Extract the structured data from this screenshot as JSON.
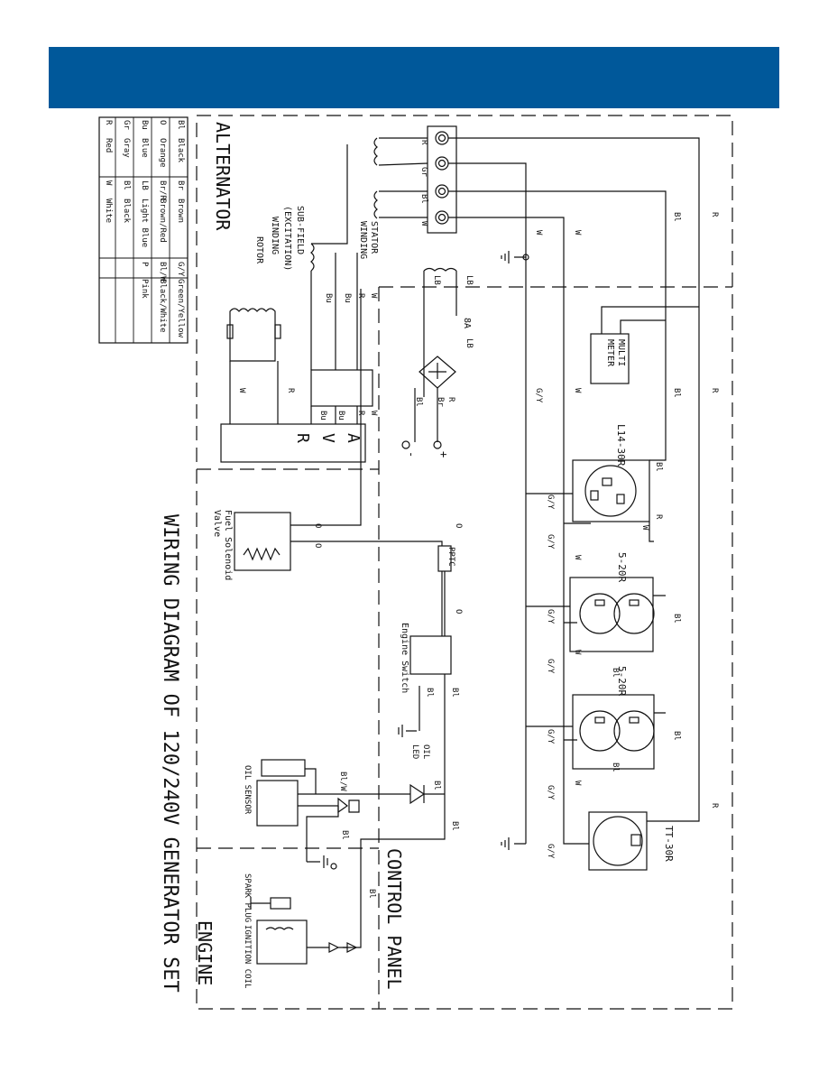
{
  "colors": {
    "header": "#00589a",
    "line": "#111111"
  },
  "title": "WIRING DIAGRAM OF 120/240V GENERATOR SET",
  "sections": {
    "alternator": "ALTERNATOR",
    "control_panel": "CONTROL PANEL",
    "engine": "ENGINE"
  },
  "legend": [
    [
      {
        "code": "Bl",
        "name": "Black"
      },
      {
        "code": "Br",
        "name": "Brown"
      },
      {
        "code": "G/Y",
        "name": "Green/Yellow"
      }
    ],
    [
      {
        "code": "O",
        "name": "Orange"
      },
      {
        "code": "Br/R",
        "name": "Brown/Red"
      },
      {
        "code": "Bl/W",
        "name": "Black/White"
      }
    ],
    [
      {
        "code": "Bu",
        "name": "Blue"
      },
      {
        "code": "LB",
        "name": "Light Blue"
      },
      {
        "code": "P",
        "name": "Pink"
      }
    ],
    [
      {
        "code": "Gr",
        "name": "Gray"
      },
      {
        "code": "Bl",
        "name": "Black"
      },
      {
        "code": "",
        "name": ""
      }
    ],
    [
      {
        "code": "R",
        "name": "Red"
      },
      {
        "code": "W",
        "name": "White"
      },
      {
        "code": "",
        "name": ""
      }
    ]
  ],
  "labels": {
    "stator_winding": [
      "STATOR",
      "WINDING"
    ],
    "sub_field": [
      "SUB-FIELD",
      "(EXCITATION)",
      "WINDING"
    ],
    "rotor": "ROTOR",
    "avr": [
      "A",
      "V",
      "R"
    ],
    "multimeter": [
      "MULTI",
      "METER"
    ],
    "fuel_solenoid": [
      "Fuel Solenoid",
      "Valve"
    ],
    "engine_switch": "Engine Switch",
    "pptc": "PPTC",
    "oil_led": [
      "OIL",
      "LED"
    ],
    "oil_sensor": "OIL SENSOR",
    "spark_plug": "SPARK PLUG",
    "ignition_coil": "IGNITION COIL",
    "breaker_8a": "8A",
    "plus": "+",
    "minus": "-",
    "receptacles": [
      "L14-30R",
      "5-20R",
      "5-20R",
      "TT-30R"
    ]
  },
  "wires": {
    "R": "R",
    "Gr": "Gr",
    "Bl": "Bl",
    "W": "W",
    "Bu": "Bu",
    "LB": "LB",
    "Br": "Br",
    "O": "O",
    "GY": "G/Y",
    "BlW": "Bl/W"
  }
}
